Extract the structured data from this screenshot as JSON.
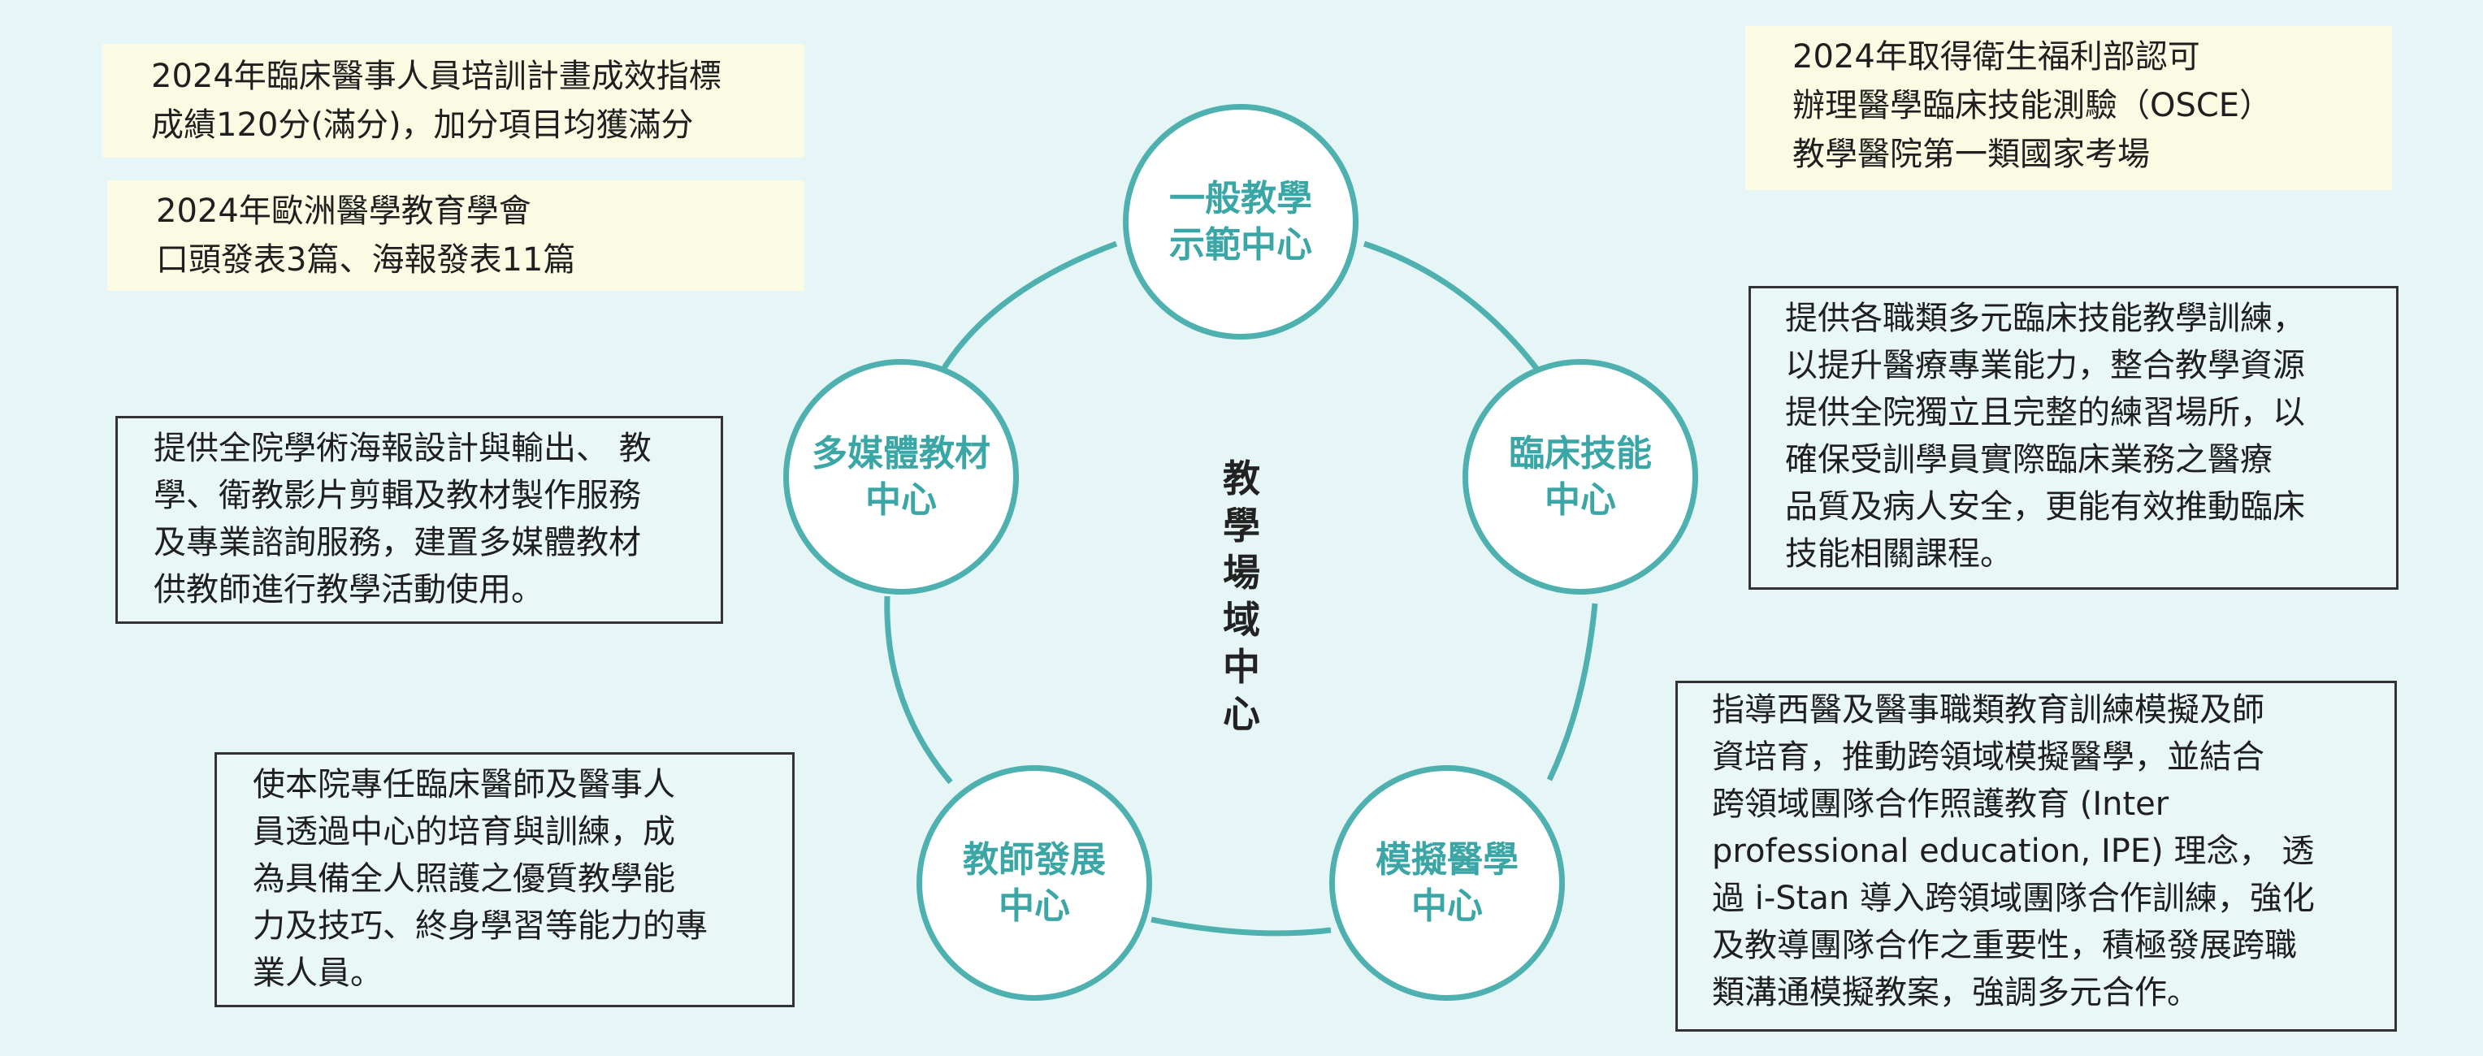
{
  "colors": {
    "background": "#e6f6f6",
    "accent": "#4fb0b0",
    "node_text": "#3aa6a6",
    "note_bg": "#fbfbe3"
  },
  "center": {
    "lines": [
      "教",
      "學",
      "場",
      "域",
      "中",
      "心"
    ]
  },
  "nodes": {
    "general": {
      "lines": [
        "一般教學",
        "示範中心"
      ]
    },
    "clinical": {
      "lines": [
        "臨床技能",
        "中心"
      ]
    },
    "simulation": {
      "lines": [
        "模擬醫學",
        "中心"
      ]
    },
    "faculty": {
      "lines": [
        "教師發展",
        "中心"
      ]
    },
    "multimedia": {
      "lines": [
        "多媒體教材",
        "中心"
      ]
    }
  },
  "notes": {
    "indicator": {
      "lines": [
        "2024年臨床醫事人員培訓計畫成效指標",
        "成績120分(滿分)，加分項目均獲滿分"
      ]
    },
    "amee": {
      "lines": [
        "2024年歐洲醫學教育學會",
        "口頭發表3篇、海報發表11篇"
      ]
    },
    "osce": {
      "lines": [
        "2024年取得衛生福利部認可",
        "辦理醫學臨床技能測驗（OSCE）",
        "教學醫院第一類國家考場"
      ]
    }
  },
  "descriptions": {
    "multimedia": {
      "lines": [
        "提供全院學術海報設計與輸出、 教",
        "學、衛教影片剪輯及教材製作服務",
        "及專業諮詢服務，建置多媒體教材",
        "供教師進行教學活動使用。"
      ]
    },
    "faculty": {
      "lines": [
        "使本院專任臨床醫師及醫事人",
        "員透過中心的培育與訓練，成",
        "為具備全人照護之優質教學能",
        "力及技巧、終身學習等能力的專",
        "業人員。"
      ]
    },
    "clinical": {
      "lines": [
        "提供各職類多元臨床技能教學訓練，",
        "以提升醫療專業能力，整合教學資源",
        "提供全院獨立且完整的練習場所，以",
        "確保受訓學員實際臨床業務之醫療",
        "品質及病人安全，更能有效推動臨床",
        "技能相關課程。"
      ]
    },
    "simulation": {
      "lines": [
        "指導西醫及醫事職類教育訓練模擬及師",
        "資培育，推動跨領域模擬醫學，並結合",
        "跨領域團隊合作照護教育 (Inter",
        "professional education, IPE) 理念， 透",
        "過 i-Stan 導入跨領域團隊合作訓練，強化",
        "及教導團隊合作之重要性，積極發展跨職",
        "類溝通模擬教案，強調多元合作。"
      ]
    }
  }
}
